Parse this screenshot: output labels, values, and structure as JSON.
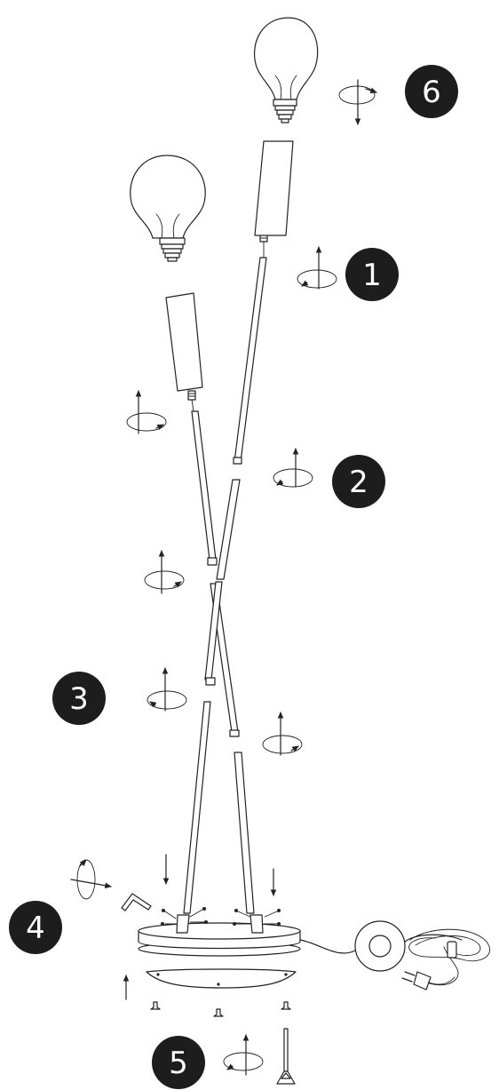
{
  "diagram": {
    "title": "",
    "colors": {
      "line": "#222222",
      "badge": "#1d1d1d",
      "badge_text": "#ffffff",
      "background": "#ffffff"
    },
    "steps": [
      {
        "label": "1"
      },
      {
        "label": "2"
      },
      {
        "label": "3"
      },
      {
        "label": "4"
      },
      {
        "label": "5"
      },
      {
        "label": "6"
      }
    ],
    "icons": {
      "rotate": "rotate-arrow-icon",
      "down_arrow": "down-arrow-icon",
      "up_arrow": "up-arrow-icon",
      "allen_key": "allen-key-icon",
      "bulb": "light-bulb-icon",
      "plug": "power-plug-icon"
    }
  }
}
